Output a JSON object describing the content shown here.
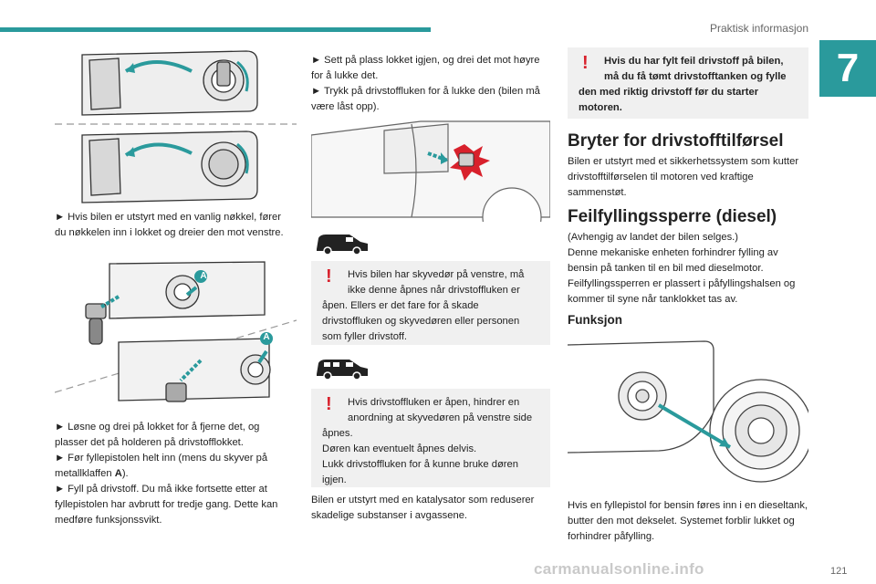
{
  "header": {
    "title": "Praktisk informasjon",
    "chapter": "7"
  },
  "col1": {
    "p1": "► Hvis bilen er utstyrt med en vanlig nøkkel, fører du nøkkelen inn i lokket og dreier den mot venstre.",
    "label_a": "A",
    "p2": "► Løsne og drei på lokket for å fjerne det, og plasser det på holderen på drivstofflokket.",
    "p3_pre": "► Før fyllepistolen helt inn (mens du skyver på metallklaffen ",
    "p3_bold": "A",
    "p3_post": ").",
    "p4": "► Fyll på drivstoff. Du må ikke fortsette etter at fyllepistolen har avbrutt for tredje gang. Dette kan medføre funksjonssvikt."
  },
  "col2": {
    "p1": "► Sett på plass lokket igjen, og drei det mot høyre for å lukke det.",
    "p2": "► Trykk på drivstoffluken for å lukke den (bilen må være låst opp).",
    "warn1": "Hvis bilen har skyvedør på venstre, må ikke denne åpnes når drivstoffluken er åpen. Ellers er det fare for å skade drivstoffluken og skyvedøren eller personen som fyller drivstoff.",
    "warn2a": "Hvis drivstoffluken er åpen, hindrer en anordning at skyvedøren på venstre side åpnes.",
    "warn2b": "Døren kan eventuelt åpnes delvis.",
    "warn2c": "Lukk drivstoffluken for å kunne bruke døren igjen.",
    "p3": "Bilen er utstyrt med en katalysator som reduserer skadelige substanser i avgassene."
  },
  "col3": {
    "warn": "Hvis du har fylt feil drivstoff på bilen, må du få tømt drivstofftanken og fylle den med riktig drivstoff før du starter motoren.",
    "h_bryter": "Bryter for drivstofftilførsel",
    "p_bryter": "Bilen er utstyrt med et sikkerhetssystem som kutter drivstofftilførselen til motoren ved kraftige sammenstøt.",
    "h_feil": "Feilfyllingssperre (diesel)",
    "p_feil1": "(Avhengig av landet der bilen selges.)",
    "p_feil2": "Denne mekaniske enheten forhindrer fylling av bensin på tanken til en bil med dieselmotor.",
    "p_feil3": "Feilfyllingssperren er plassert i påfyllingshalsen og kommer til syne når tanklokket tas av.",
    "h_funksjon": "Funksjon",
    "p_funksjon": "Hvis en fyllepistol for bensin føres inn i en dieseltank, butter den mot dekselet. Systemet forblir lukket og forhindrer påfylling."
  },
  "footer": {
    "page": "121",
    "watermark": "carmanualsonline.info"
  },
  "colors": {
    "accent": "#2a9a9c",
    "warning": "#d8212c",
    "box": "#f0f0f0"
  }
}
